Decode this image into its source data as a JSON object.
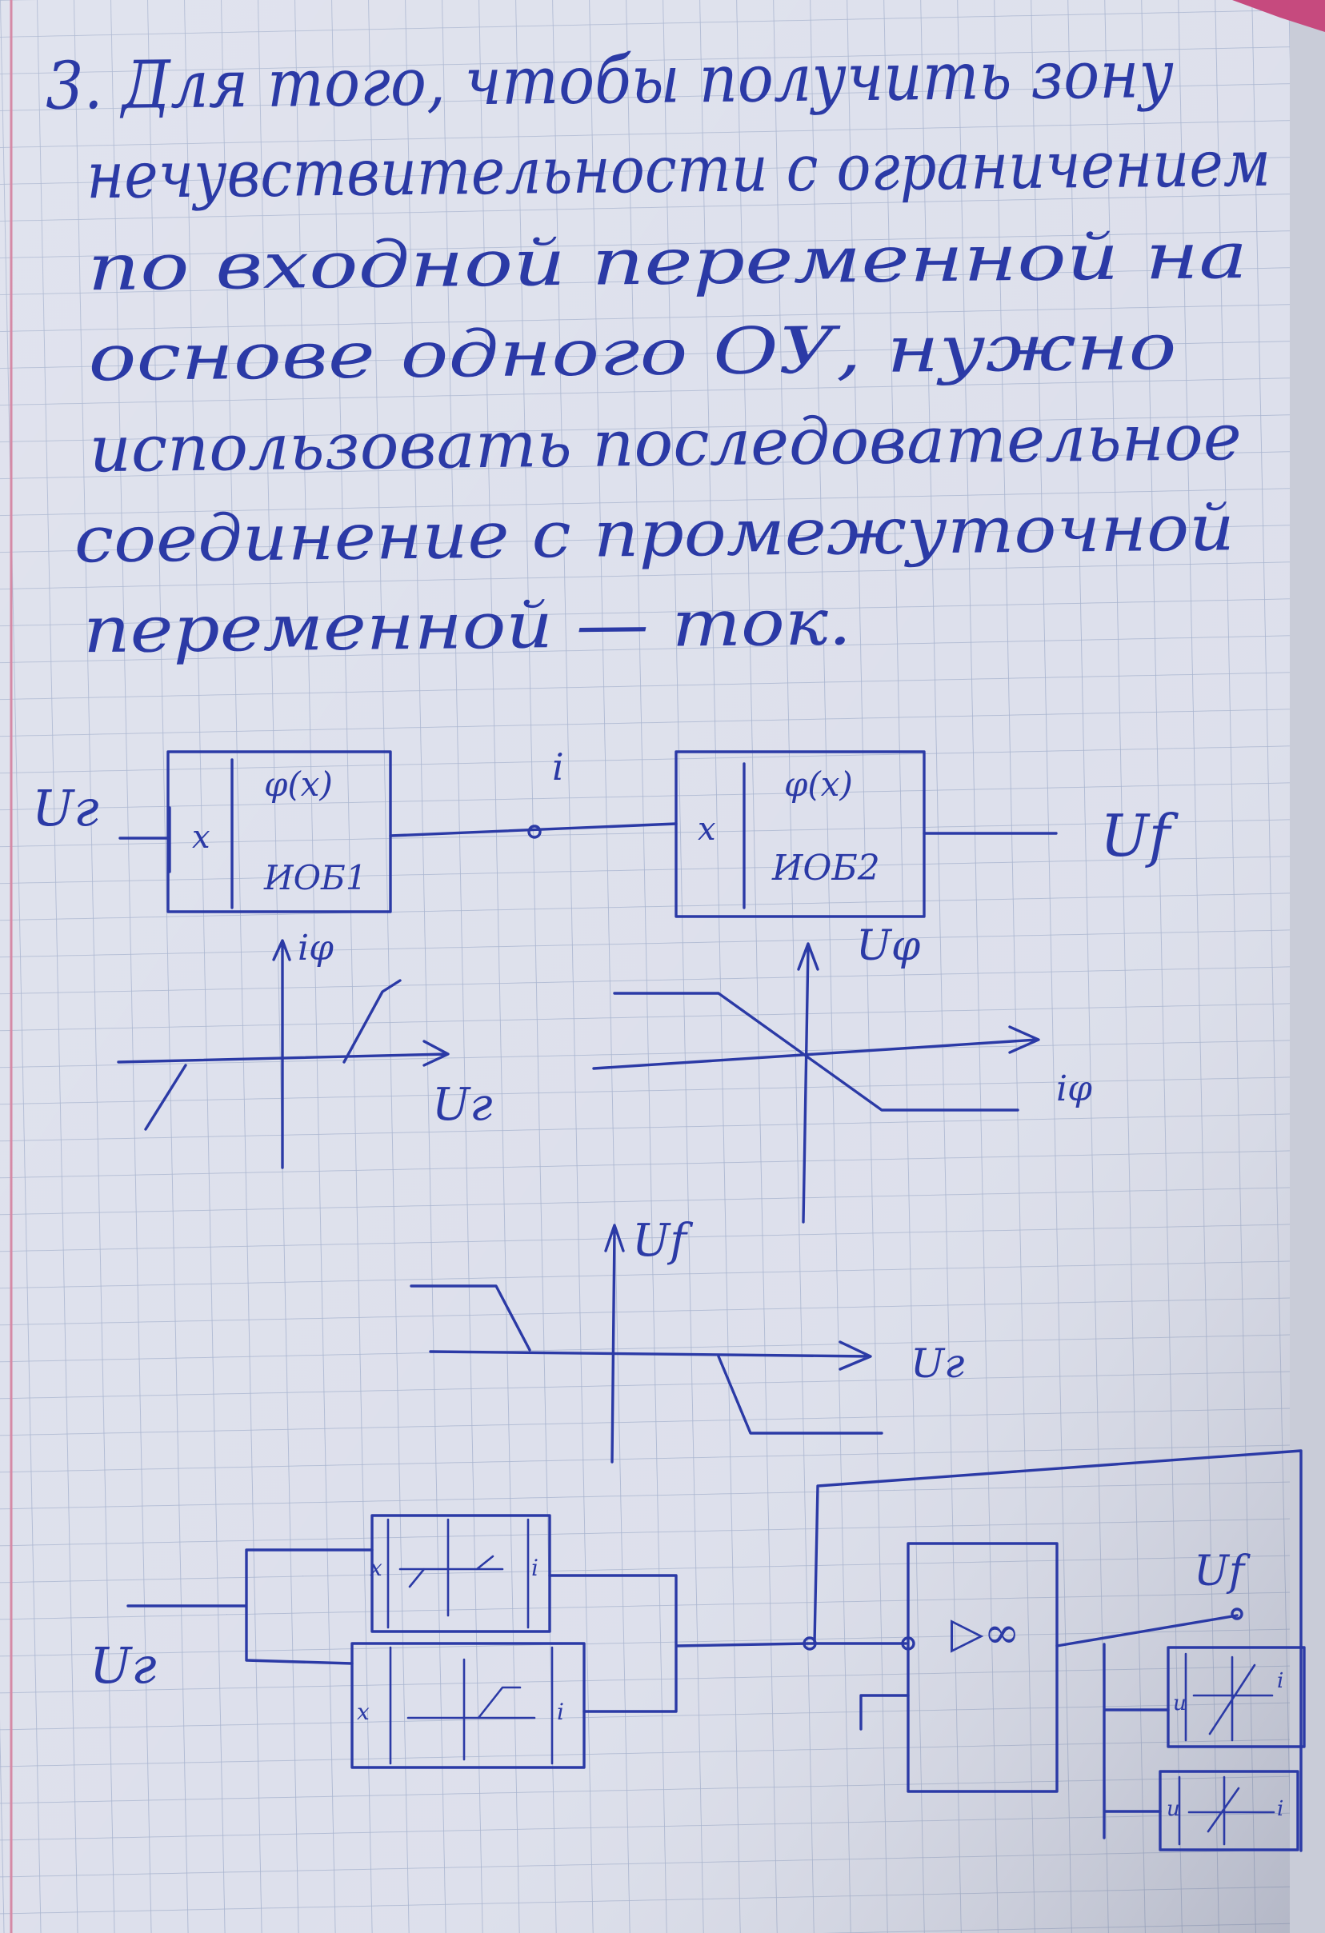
{
  "note": {
    "text_lines": [
      "3. Для того, чтобы получить зону",
      "нечувствительности с ограничением",
      "по входной переменной на",
      "основе одного ОУ, нужно",
      "использовать последовательное",
      "соединение с промежуточной",
      "переменной — ток."
    ]
  },
  "block_diagram": {
    "input_label": "Uг",
    "block1": {
      "port": "x",
      "func": "φ(x)",
      "name": "ИОБ1"
    },
    "intermediate_label": "i",
    "block2": {
      "port": "x",
      "func": "φ(x)",
      "name": "ИОБ2"
    },
    "output_label": "Uf"
  },
  "graph1": {
    "y_label": "iφ",
    "x_label": "Uг"
  },
  "graph2": {
    "y_label": "Uφ",
    "x_label": "iφ"
  },
  "graph3": {
    "y_label": "Uf",
    "x_label": "Uг"
  },
  "circuit": {
    "input_label": "Uг",
    "output_label": "Uf",
    "opamp_symbol": "▷∞",
    "left_block_port": "x",
    "left_block_out": "i",
    "right_block_port": "u",
    "right_block_out": "i"
  },
  "colors": {
    "ink": "#2b3aa6",
    "paper": "#dde0ec",
    "grid": "#a7b3ce",
    "margin_line": "#d58aa6"
  }
}
